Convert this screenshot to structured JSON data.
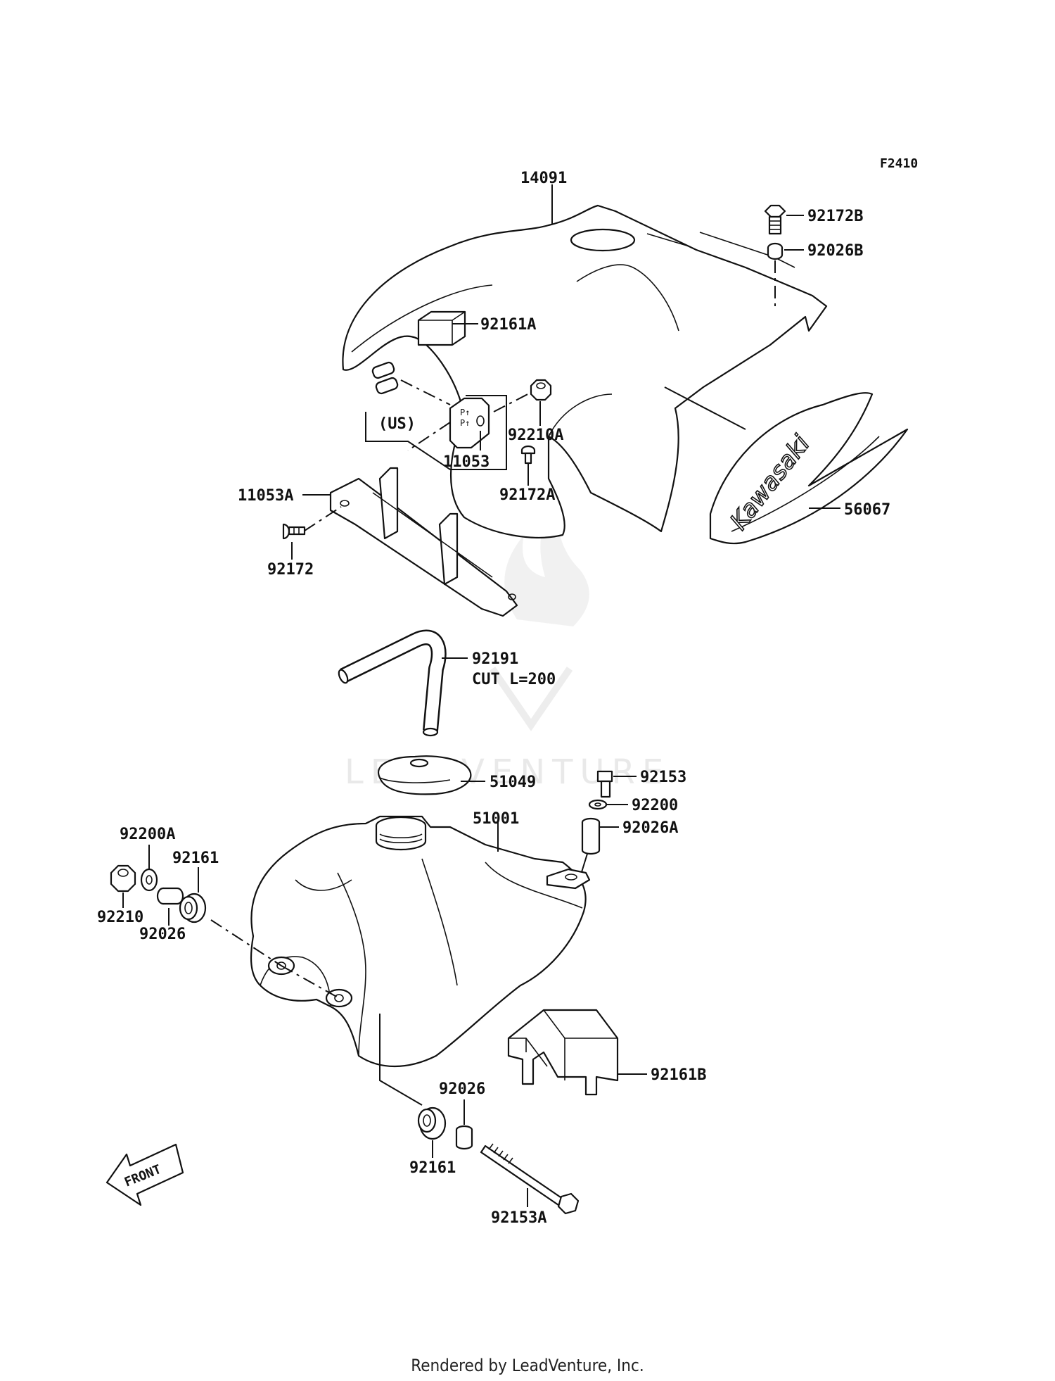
{
  "diagram": {
    "figure_code": "F2410",
    "region_label": "(US)",
    "front_marker": "FRONT",
    "watermark": "LEADVENTURE",
    "decal_text": "Kawasaki",
    "parts": [
      {
        "id": "p14091",
        "label": "14091"
      },
      {
        "id": "p92172B",
        "label": "92172B"
      },
      {
        "id": "p92026B",
        "label": "92026B"
      },
      {
        "id": "p92161A",
        "label": "92161A"
      },
      {
        "id": "p92210A",
        "label": "92210A"
      },
      {
        "id": "p11053",
        "label": "11053"
      },
      {
        "id": "p92172A",
        "label": "92172A"
      },
      {
        "id": "p11053A",
        "label": "11053A"
      },
      {
        "id": "p92172",
        "label": "92172"
      },
      {
        "id": "p56067",
        "label": "56067"
      },
      {
        "id": "p92191",
        "label": "92191"
      },
      {
        "id": "p51049",
        "label": "51049"
      },
      {
        "id": "p92153",
        "label": "92153"
      },
      {
        "id": "p92200",
        "label": "92200"
      },
      {
        "id": "p92026A",
        "label": "92026A"
      },
      {
        "id": "p51001",
        "label": "51001"
      },
      {
        "id": "p92200A",
        "label": "92200A"
      },
      {
        "id": "p92161",
        "label": "92161"
      },
      {
        "id": "p92210",
        "label": "92210"
      },
      {
        "id": "p92026",
        "label": "92026"
      },
      {
        "id": "p92161B",
        "label": "92161B"
      },
      {
        "id": "p92026c",
        "label": "92026"
      },
      {
        "id": "p92161c",
        "label": "92161"
      },
      {
        "id": "p92153A",
        "label": "92153A"
      }
    ],
    "notes": [
      {
        "id": "cut",
        "text": "CUT L=200"
      }
    ]
  },
  "footer": {
    "text": "Rendered by LeadVenture, Inc."
  }
}
